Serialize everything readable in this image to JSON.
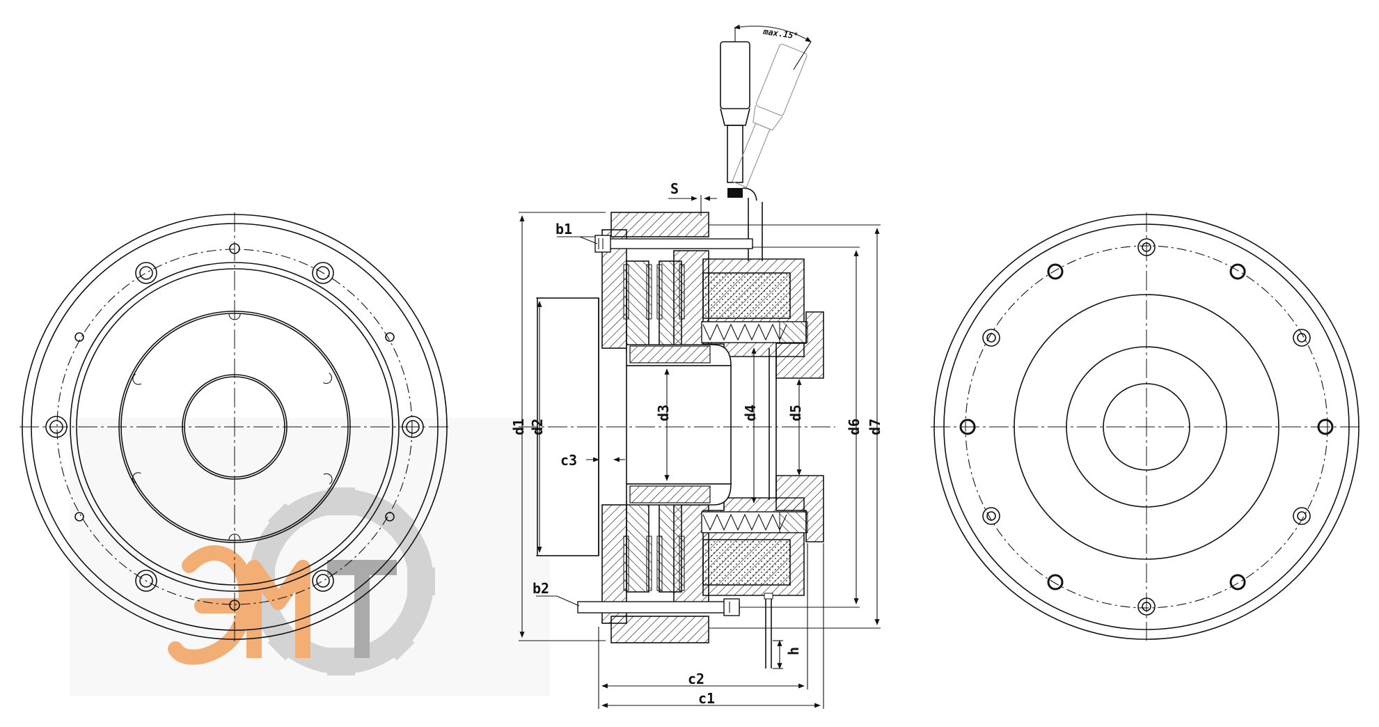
{
  "labels": {
    "max_angle": "max.15°",
    "s": "S",
    "b1": "b1",
    "b2": "b2",
    "c3": "c3",
    "d1": "d1",
    "d2": "d2",
    "d3": "d3",
    "d4": "d4",
    "d5": "d5",
    "d6": "d6",
    "d7": "d7",
    "h": "h",
    "c2": "c2",
    "c1": "c1"
  },
  "watermark": {
    "text": "ЭМТ",
    "colors": {
      "gear": "#a7a7a7",
      "letters_orange": "#f0a060",
      "letters_gray": "#9c9c9c"
    }
  },
  "colors": {
    "line": "#111111",
    "background": "#ffffff"
  }
}
